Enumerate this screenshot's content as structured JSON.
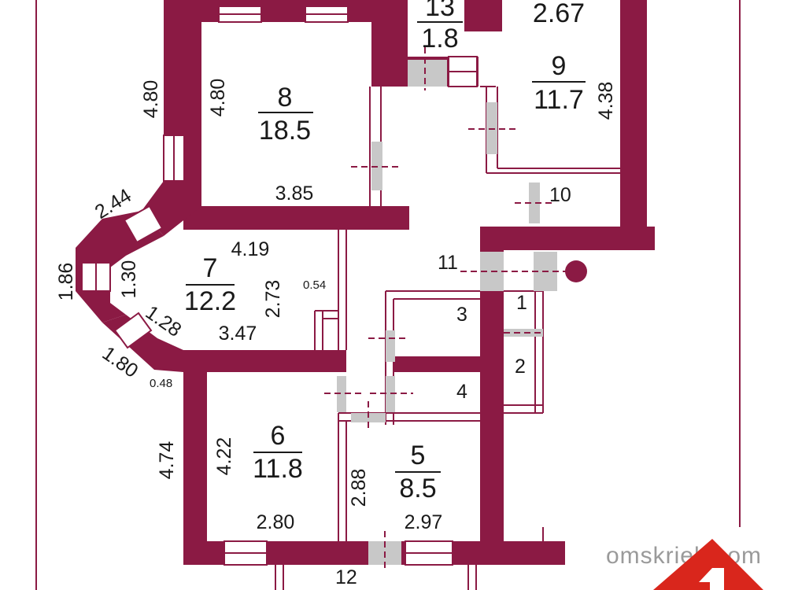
{
  "rooms": [
    {
      "num": "8",
      "area": "18.5"
    },
    {
      "num": "9",
      "area": "11.7"
    },
    {
      "num": "13",
      "area": "1.8"
    },
    {
      "num": "7",
      "area": "12.2"
    },
    {
      "num": "6",
      "area": "11.8"
    },
    {
      "num": "5",
      "area": "8.5"
    }
  ],
  "top_partial_area": "2.67",
  "room_numbers": [
    "10",
    "11",
    "3",
    "4",
    "1",
    "2",
    "12"
  ],
  "dimensions": [
    "4.80",
    "4.80",
    "3.85",
    "4.38",
    "2.44",
    "4.19",
    "1.86",
    "1.30",
    "2.73",
    "0.54",
    "3.47",
    "1.28",
    "1.80",
    "0.48",
    "4.74",
    "4.22",
    "2.80",
    "2.88",
    "2.97"
  ],
  "watermark": "omskrielt.com",
  "colors": {
    "wall": "#8B1A44",
    "outline": "#8B1A44",
    "window": "#ffffff",
    "door": "#c8c8c8",
    "brand": "#d9261c"
  }
}
